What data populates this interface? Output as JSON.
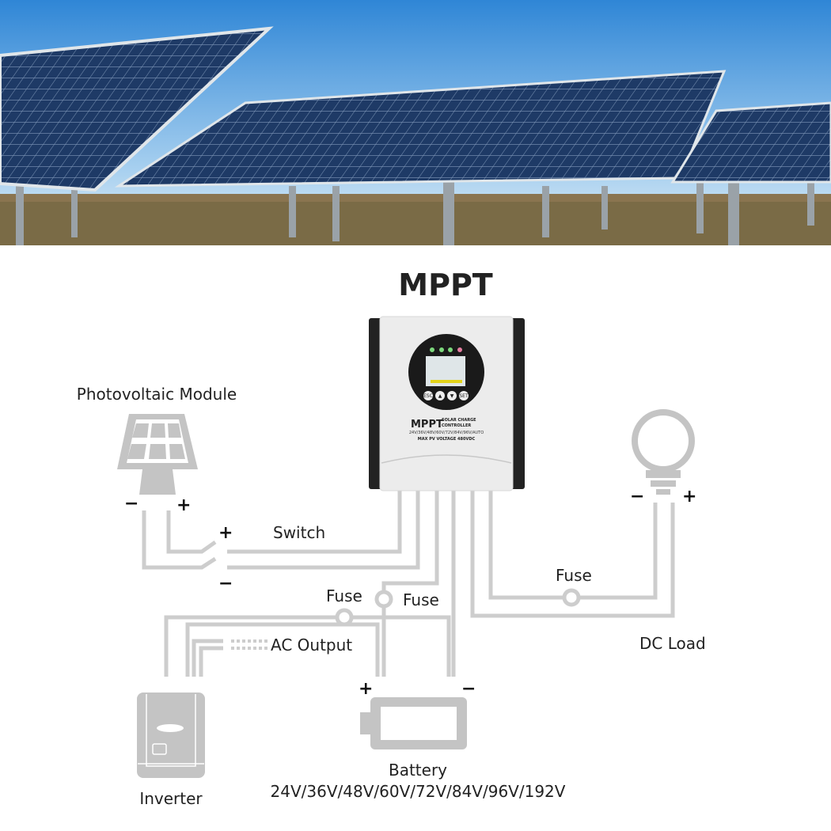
{
  "title": "MPPT",
  "controller": {
    "brand": "MPPT",
    "subtitle_line1": "SOLAR CHARGE",
    "subtitle_line2": "CONTROLLER",
    "voltages": "24V/36V/48V/60V/72V/84V/96V/AUTO",
    "max_pv": "MAX PV VOLTAGE 480VDC",
    "buttons": [
      "ESC",
      "▲",
      "▼",
      "SET"
    ]
  },
  "labels": {
    "pv_module": "Photovoltaic Module",
    "switch": "Switch",
    "fuse_battery_left": "Fuse",
    "fuse_battery_right": "Fuse",
    "fuse_load": "Fuse",
    "ac_output": "AC Output",
    "dc_load": "DC Load",
    "inverter": "Inverter",
    "battery": "Battery",
    "battery_voltages": "24V/36V/48V/60V/72V/84V/96V/192V"
  },
  "signs": {
    "plus": "+",
    "minus": "−"
  },
  "colors": {
    "wire": "#cdcdcd",
    "icon": "#c4c4c4",
    "text": "#222222",
    "sky": "#3a8fd8",
    "panel": "#1d3358"
  }
}
